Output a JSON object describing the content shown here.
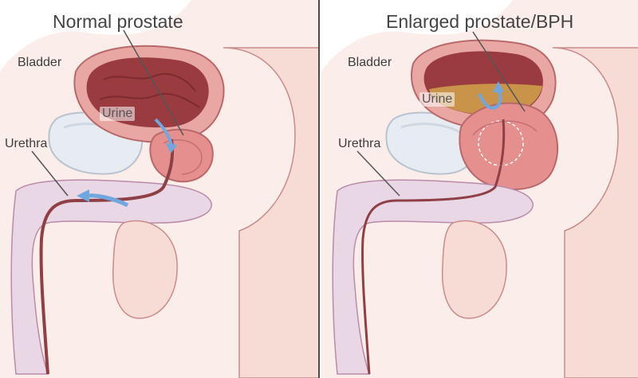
{
  "panels": {
    "normal": {
      "title": "Normal prostate",
      "bladder": "Bladder",
      "urine": "Urine",
      "urethra": "Urethra"
    },
    "enlarged": {
      "title": "Enlarged prostate/BPH",
      "bladder": "Bladder",
      "urine": "Urine",
      "urethra": "Urethra"
    }
  },
  "colors": {
    "skin": "#f7dcd6",
    "tissue": "#e9a7a3",
    "tissue_outline": "#b9686a",
    "bladder_interior": "#9a3b3f",
    "urine": "#c99449",
    "spongy": "#ead7e6",
    "bone": "#e7ecf2",
    "urine_arrow": "#6fa7de",
    "divider": "#4a4a4a"
  }
}
